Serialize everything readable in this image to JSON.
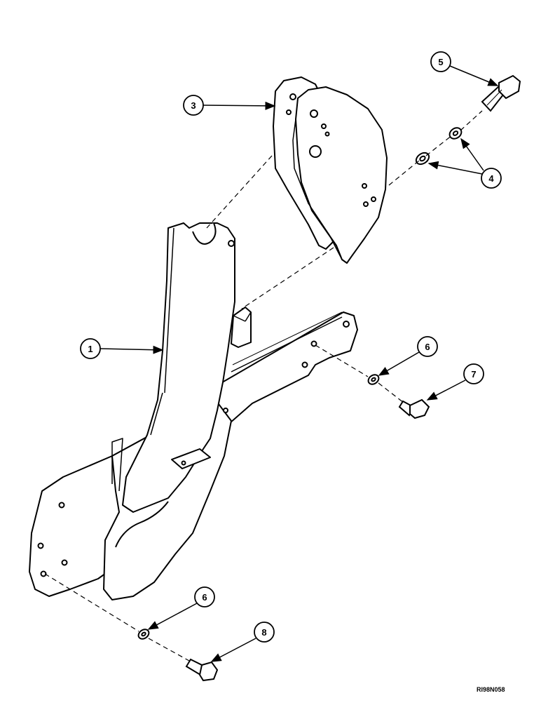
{
  "callouts": {
    "c1": "1",
    "c3": "3",
    "c4": "4",
    "c5": "5",
    "c6a": "6",
    "c6b": "6",
    "c7": "7",
    "c8": "8"
  },
  "reference_code": "RI98N058",
  "colors": {
    "line": "#000000",
    "fill": "#ffffff"
  }
}
